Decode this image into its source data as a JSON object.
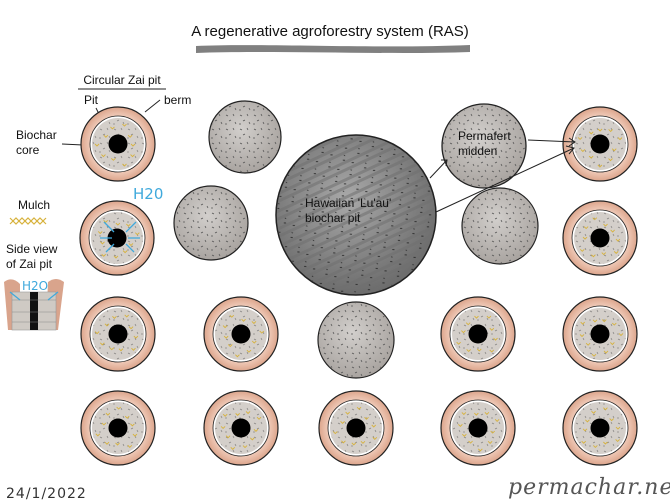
{
  "title": "A regenerative agroforestry system (RAS)",
  "legend": {
    "zai_heading": "Circular Zai pit",
    "pit_label": "Pit",
    "berm_label": "berm",
    "biochar_label_line1": "Biochar",
    "biochar_label_line2": "core",
    "mulch_label": "Mulch",
    "sideview_line1": "Side view",
    "sideview_line2": "of Zai pit",
    "water_label": "H20",
    "water_label_small": "H2O"
  },
  "luau_pit": {
    "line1": "Hawaiian 'Lu'au'",
    "line2": "biochar pit"
  },
  "midden": {
    "line1": "Permafert",
    "line2": "midden"
  },
  "footer": {
    "date": "24/1/2022",
    "brand": "permachar.net"
  },
  "colors": {
    "berm": "#e9b9a0",
    "berm_stroke": "#b98a73",
    "pit_fill": "#d4cfca",
    "core": "#000000",
    "mulch": "#d7b23c",
    "water": "#3fa9dc",
    "gray_circle": "#b9b4b0",
    "luau_fill": "#8a8a8a"
  },
  "icons": [
    "zai-pit-icon",
    "mulch-icon",
    "side-view-icon",
    "arrow-icon"
  ]
}
